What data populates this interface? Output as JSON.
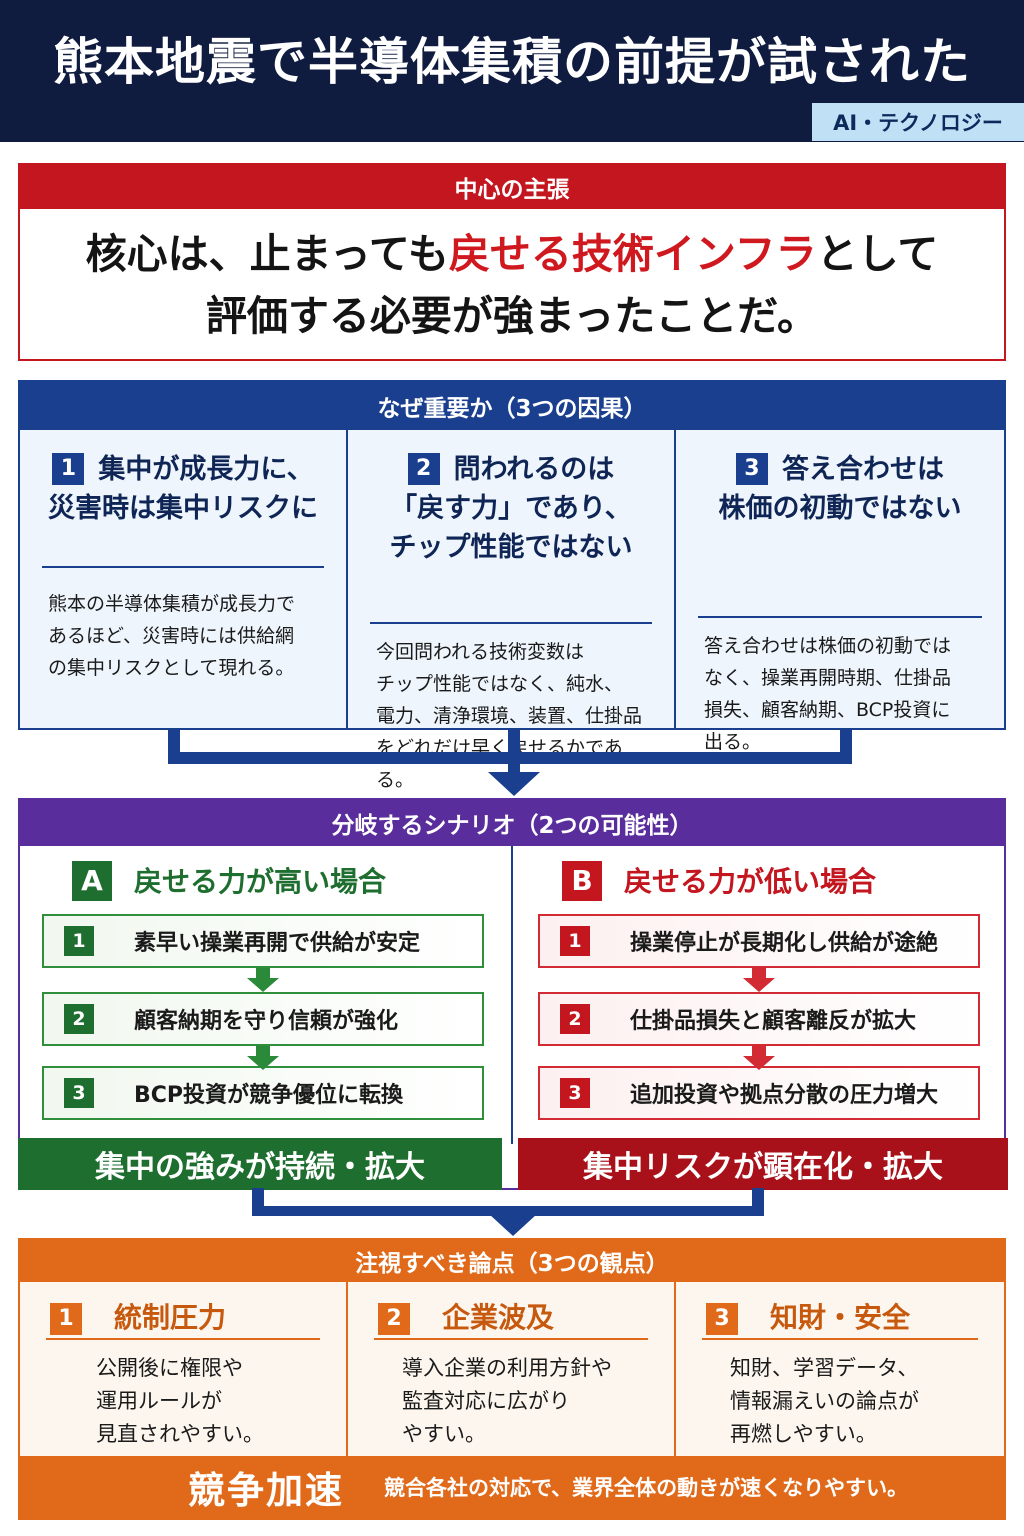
{
  "header": {
    "title": "熊本地震で半導体集積の前提が試された",
    "tag": "AI・テクノロジー"
  },
  "claim": {
    "heading": "中心の主張",
    "line1_pre": "核心は、止まっても",
    "line1_red": "戻せる技術インフラ",
    "line1_post": "として",
    "line2": "評価する必要が強まったことだ。"
  },
  "why": {
    "heading": "なぜ重要か（3つの因果）",
    "cols": [
      {
        "num": "1",
        "title1": "集中が成長力に、",
        "title2": "災害時は集中リスクに",
        "title3": "",
        "lines": [
          "熊本の半導体集積が成長力で",
          "あるほど、災害時には供給網",
          "の集中リスクとして現れる。"
        ]
      },
      {
        "num": "2",
        "title1": "問われるのは",
        "title2": "「戻す力」であり、",
        "title3": "チップ性能ではない",
        "lines": [
          "今回問われる技術変数は",
          "チップ性能ではなく、純水、",
          "電力、清浄環境、装置、仕掛品",
          "をどれだけ早く戻せるかである。"
        ]
      },
      {
        "num": "3",
        "title1": "答え合わせは",
        "title2": "株価の初動ではない",
        "title3": "",
        "lines": [
          "答え合わせは株価の初動では",
          "なく、操業再開時期、仕掛品",
          "損失、顧客納期、BCP投資に",
          "出る。"
        ]
      }
    ]
  },
  "scenario": {
    "heading": "分岐するシナリオ（2つの可能性）",
    "a": {
      "letter": "A",
      "title": "戻せる力が高い場合",
      "steps": [
        {
          "num": "1",
          "label": "素早い操業再開で供給が安定"
        },
        {
          "num": "2",
          "label": "顧客納期を守り信頼が強化"
        },
        {
          "num": "3",
          "label": "BCP投資が競争優位に転換"
        }
      ],
      "result": "集中の強みが持続・拡大"
    },
    "b": {
      "letter": "B",
      "title": "戻せる力が低い場合",
      "steps": [
        {
          "num": "1",
          "label": "操業停止が長期化し供給が途絶"
        },
        {
          "num": "2",
          "label": "仕掛品損失と顧客離反が拡大"
        },
        {
          "num": "3",
          "label": "追加投資や拠点分散の圧力増大"
        }
      ],
      "result": "集中リスクが顕在化・拡大"
    }
  },
  "points": {
    "heading": "注視すべき論点（3つの観点）",
    "cols": [
      {
        "num": "1",
        "title": "統制圧力",
        "lines": [
          "公開後に権限や",
          "運用ルールが",
          "見直されやすい。"
        ]
      },
      {
        "num": "2",
        "title": "企業波及",
        "lines": [
          "導入企業の利用方針や",
          "監査対応に広がり",
          "やすい。"
        ]
      },
      {
        "num": "3",
        "title": "知財・安全",
        "lines": [
          "知財、学習データ、",
          "情報漏えいの論点が",
          "再燃しやすい。"
        ]
      }
    ],
    "footer_big": "競争加速",
    "footer_text": "競合各社の対応で、業界全体の動きが速くなりやすい。"
  },
  "colors": {
    "navy": "#101c3f",
    "blue": "#1b3f8f",
    "red": "#c3161f",
    "purple": "#5a2d9c",
    "green": "#1e6e2f",
    "orange": "#e06a1a",
    "tag_bg": "#bfe0f5"
  }
}
